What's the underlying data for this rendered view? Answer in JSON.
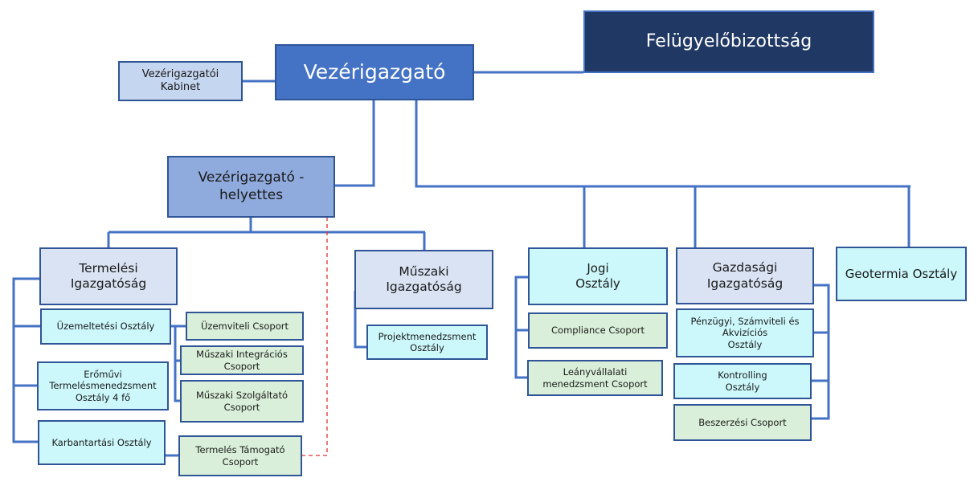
{
  "colors": {
    "connector": "#4472c4",
    "dotted_connector": "#e03030",
    "ceo_fill": "#4472c4",
    "board_fill": "#203864",
    "cabinet_fill": "#c5d6f0",
    "deputy_fill": "#8faadc",
    "directorate_fill": "#dae3f3",
    "department_fill": "#ccf8fb",
    "group_fill": "#d9efd9"
  },
  "nodes": {
    "board": "Felügyelőbizottság",
    "ceo": "Vezérigazgató",
    "cabinet": "Vezérigazgatói\nKabinet",
    "deputy": "Vezérigazgató -\nhelyettes",
    "production_directorate": "Termelési\nIgazgatóság",
    "operations_dept": "Üzemeltetési Osztály",
    "plant_production_mgmt_dept": "Erőművi\nTermelésmenedzsment\nOsztály 4 fő",
    "maintenance_dept": "Karbantartási Osztály",
    "plant_operation_group": "Üzemviteli Csoport",
    "technical_integration_group": "Műszaki Integrációs\nCsoport",
    "technical_service_group": "Műszaki Szolgáltató\nCsoport",
    "production_support_group": "Termelés Támogató\nCsoport",
    "technical_directorate": "Műszaki\nIgazgatóság",
    "project_mgmt_dept": "Projektmenedzsment\nOsztály",
    "legal_dept": "Jogi\nOsztály",
    "compliance_group": "Compliance Csoport",
    "subsidiary_mgmt_group": "Leányvállalati\nmenedzsment Csoport",
    "finance_directorate": "Gazdasági\nIgazgatóság",
    "finance_accounting_dept": "Pénzügyi, Számviteli és\nAkvizíciós\nOsztály",
    "controlling_dept": "Kontrolling\nOsztály",
    "procurement_group": "Beszerzési Csoport",
    "geothermal_dept": "Geotermia Osztály"
  }
}
